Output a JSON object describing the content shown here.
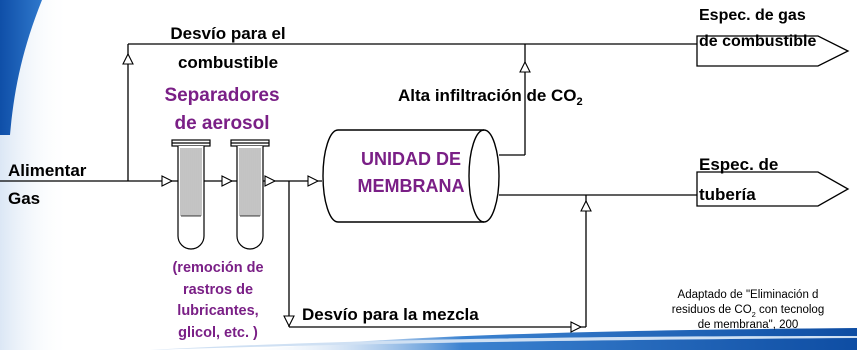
{
  "labels": {
    "feed_line1": "Alimentar",
    "feed_line2": "Gas",
    "fuel_bypass_line1": "Desvío para el",
    "fuel_bypass_line2": "combustible",
    "aerosol_line1": "Separadores",
    "aerosol_line2": "de aerosol",
    "membrane_line1": "UNIDAD DE",
    "membrane_line2": "MEMBRANA",
    "high_co2_prefix": "Alta infiltración de CO",
    "high_co2_sub": "2",
    "fuel_spec_line1": "Espec. de gas",
    "fuel_spec_line2": "de combustible",
    "pipeline_spec_line1": "Espec. de",
    "pipeline_spec_line2": "tubería",
    "removal_line1": "(remoción de",
    "removal_line2": "rastros de",
    "removal_line3": "lubricantes,",
    "removal_line4": "glicol, etc. )",
    "blend_bypass": "Desvío para la mezcla",
    "citation_line1": "Adaptado de \"Eliminación d",
    "citation_line2_pre": "residuos de CO",
    "citation_line2_sub": "2",
    "citation_line2_post": " con tecnolog",
    "citation_line3": "de membrana\", 200"
  },
  "colors": {
    "accent_purple": "#7a1f86",
    "line": "#000000",
    "left_band": "#1a5fb4",
    "bottom_band": "#1a5fb4"
  }
}
